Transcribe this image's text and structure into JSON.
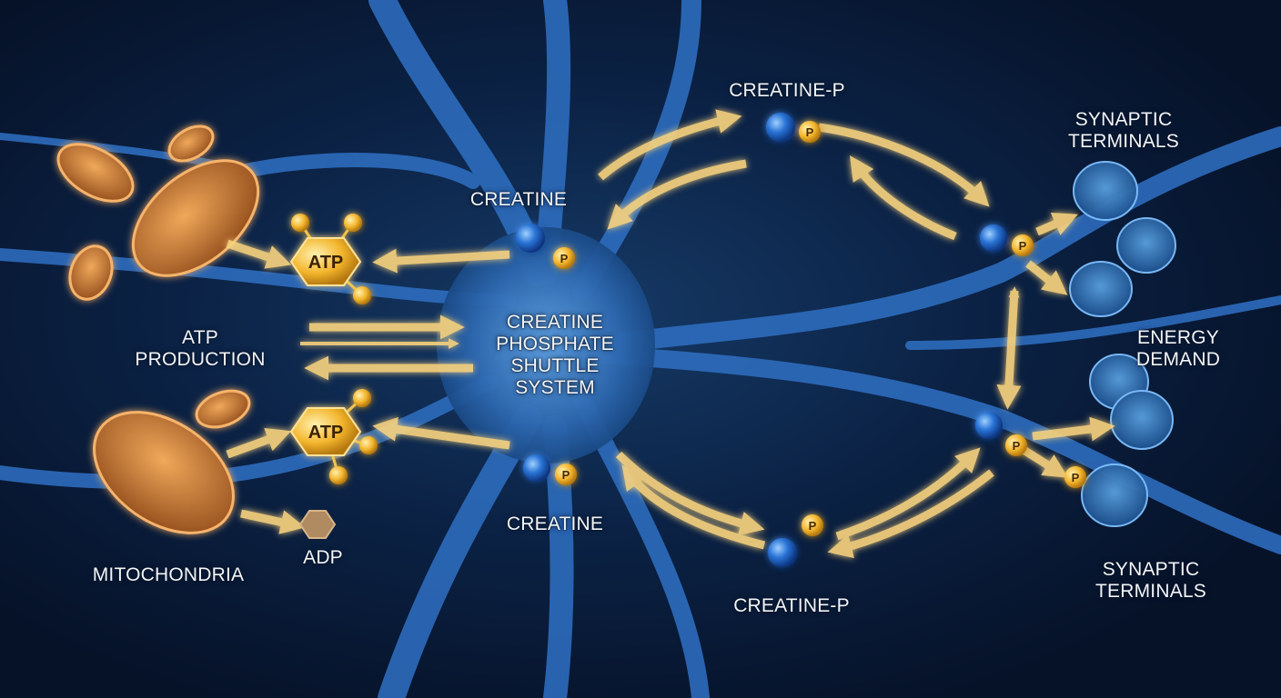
{
  "labels": {
    "creatine_p_top": "CREATINE-P",
    "synaptic_top": "SYNAPTIC\nTERMINALS",
    "creatine_top": "CREATINE",
    "atp_production": "ATP\nPRODUCTION",
    "shuttle": "CREATINE\nPHOSPHATE\nSHUTTLE\nSYSTEM",
    "energy_demand": "ENERGY\nDEMAND",
    "mitochondria": "MITOCHONDRIA",
    "adp": "ADP",
    "creatine_bottom": "CREATINE",
    "creatine_p_bottom": "CREATINE-P",
    "synaptic_bottom": "SYNAPTIC\nTERMINALS"
  },
  "molecules": {
    "atp": "ATP",
    "phosphate": "P"
  },
  "colors": {
    "background": "#0b2245",
    "neuron": "#2f6fc0",
    "arrow": "#f7c96a",
    "mitochondria": "#c97a35",
    "atp": "#f0b52c"
  }
}
